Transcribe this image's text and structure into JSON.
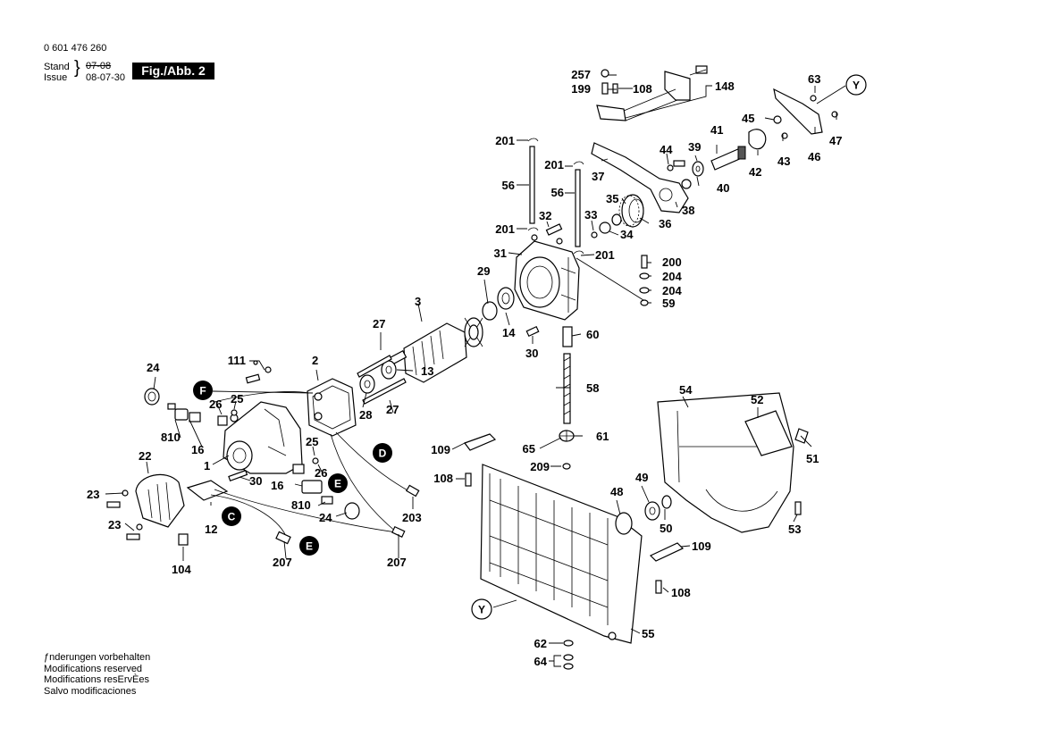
{
  "header": {
    "part_number": "0 601 476 260",
    "stand_label": "Stand",
    "issue_label": "Issue",
    "stand_value": "07-08",
    "issue_value": "08-07-30",
    "figure_label": "Fig./Abb. 2"
  },
  "footer": {
    "lines": [
      "ƒnderungen vorbehalten",
      "Modifications reserved",
      "Modifications resErvÈes",
      "Salvo modificaciones"
    ]
  },
  "callouts": {
    "c257": "257",
    "c199": "199",
    "c108a": "108",
    "c148": "148",
    "c63": "63",
    "c45": "45",
    "c47": "47",
    "c46": "46",
    "c44": "44",
    "c39": "39",
    "c41": "41",
    "c43": "43",
    "c42": "42",
    "c37": "37",
    "c40": "40",
    "c38": "38",
    "c35": "35",
    "c36": "36",
    "c201a": "201",
    "c201b": "201",
    "c201c": "201",
    "c201d": "201",
    "c56a": "56",
    "c56b": "56",
    "c32": "32",
    "c33": "33",
    "c34": "34",
    "c31": "31",
    "c200": "200",
    "c204a": "204",
    "c204b": "204",
    "c59": "59",
    "c29": "29",
    "c3": "3",
    "c14": "14",
    "c60": "60",
    "c30a": "30",
    "c27a": "27",
    "c27b": "27",
    "c13": "13",
    "c111": "111",
    "c2": "2",
    "c24a": "24",
    "c25a": "25",
    "c26a": "26",
    "c28": "28",
    "c58": "58",
    "c810a": "810",
    "c16a": "16",
    "c1": "1",
    "c25b": "25",
    "c26b": "26",
    "c30b": "30",
    "c16b": "16",
    "c810b": "810",
    "c24b": "24",
    "c22": "22",
    "c23a": "23",
    "c23b": "23",
    "c12": "12",
    "c104": "104",
    "c207a": "207",
    "c207b": "207",
    "c203": "203",
    "c54": "54",
    "c52": "52",
    "c51": "51",
    "c109a": "109",
    "c65": "65",
    "c61": "61",
    "c108b": "108",
    "c209": "209",
    "c48": "48",
    "c49": "49",
    "c50": "50",
    "c53": "53",
    "c109b": "109",
    "c108c": "108",
    "c55": "55",
    "c62": "62",
    "c64": "64"
  },
  "markers": {
    "Y1": "Y",
    "Y2": "Y",
    "F": "F",
    "E1": "E",
    "E2": "E",
    "C": "C",
    "D": "D"
  }
}
